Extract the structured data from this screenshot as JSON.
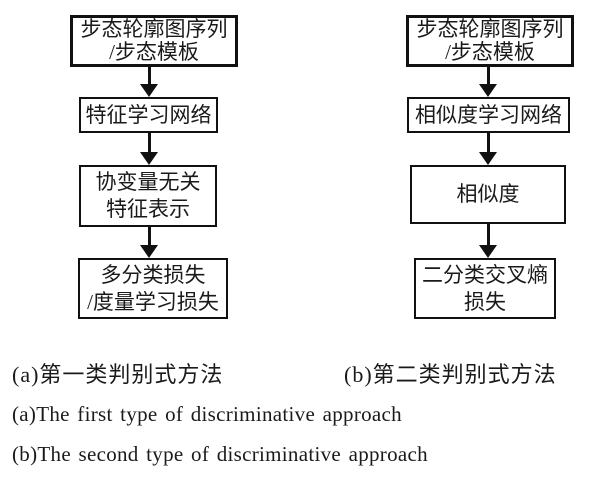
{
  "colors": {
    "background": "#ffffff",
    "line": "#111111",
    "text": "#1a1a1a"
  },
  "diagram": {
    "left": {
      "nodes": [
        {
          "line1": "步态轮廓图序列",
          "line2": "/步态模板"
        },
        {
          "line1": "特征学习网络"
        },
        {
          "line1": "协变量无关",
          "line2": "特征表示"
        },
        {
          "line1": "多分类损失",
          "line2": "/度量学习损失"
        }
      ]
    },
    "right": {
      "nodes": [
        {
          "line1": "步态轮廓图序列",
          "line2": "/步态模板"
        },
        {
          "line1": "相似度学习网络"
        },
        {
          "line1": "相似度"
        },
        {
          "line1": "二分类交叉熵",
          "line2": "损失"
        }
      ]
    }
  },
  "captions": {
    "a_zh": "(a)第一类判别式方法",
    "b_zh": "(b)第二类判别式方法",
    "a_en": "(a)The first type of discriminative approach",
    "b_en": "(b)The second type of discriminative approach"
  }
}
